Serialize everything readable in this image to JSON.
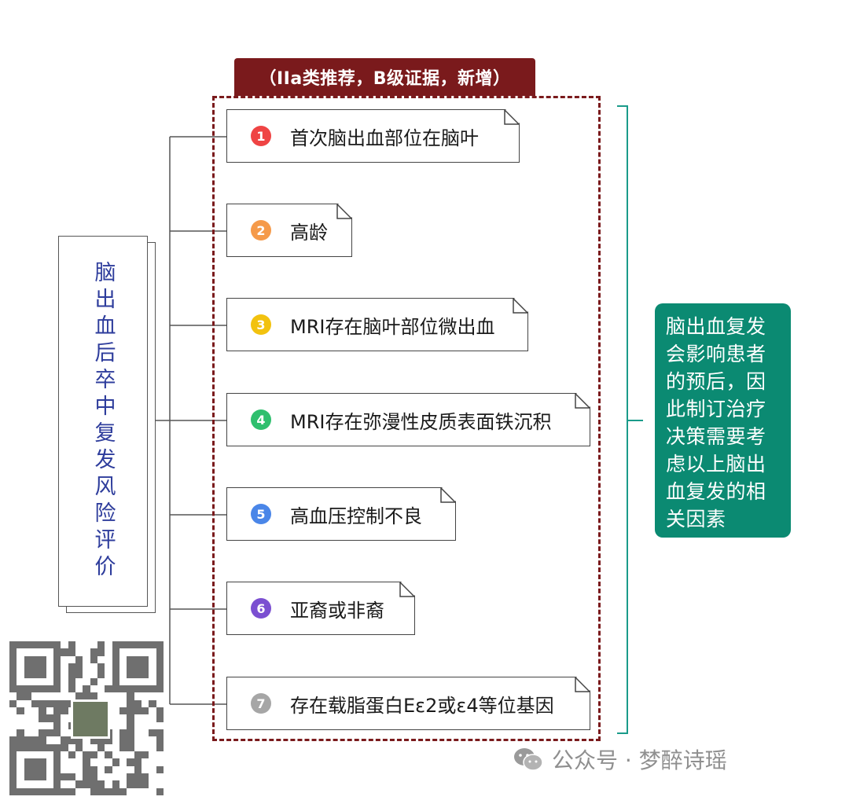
{
  "title": "脑出血后卒中复发风险评价",
  "header": "（IIa类推荐，B级证据，新增）",
  "factors": [
    {
      "num": "1",
      "label": "首次脑出血部位在脑叶",
      "color": "#ef4444"
    },
    {
      "num": "2",
      "label": "高龄",
      "color": "#f59a4a"
    },
    {
      "num": "3",
      "label": "MRI存在脑叶部位微出血",
      "color": "#f2c20f"
    },
    {
      "num": "4",
      "label": "MRI存在弥漫性皮质表面铁沉积",
      "color": "#2fbf6e"
    },
    {
      "num": "5",
      "label": "高血压控制不良",
      "color": "#4a86e8"
    },
    {
      "num": "6",
      "label": "亚裔或非裔",
      "color": "#7b4fd1"
    },
    {
      "num": "7",
      "label": "存在载脂蛋白Eε2或ε4等位基因",
      "color": "#a6a6a6"
    }
  ],
  "note": "脑出血复发会影响患者的预后，因此制订治疗决策需要考虑以上脑出血复发的相关因素",
  "watermark": {
    "account": "公众号 · 梦醉诗瑶",
    "icon": "wechat-icon"
  },
  "colors": {
    "header_bg": "#7a1a1c",
    "note_bg": "#0b8a72",
    "title_text": "#2e3d9c"
  }
}
